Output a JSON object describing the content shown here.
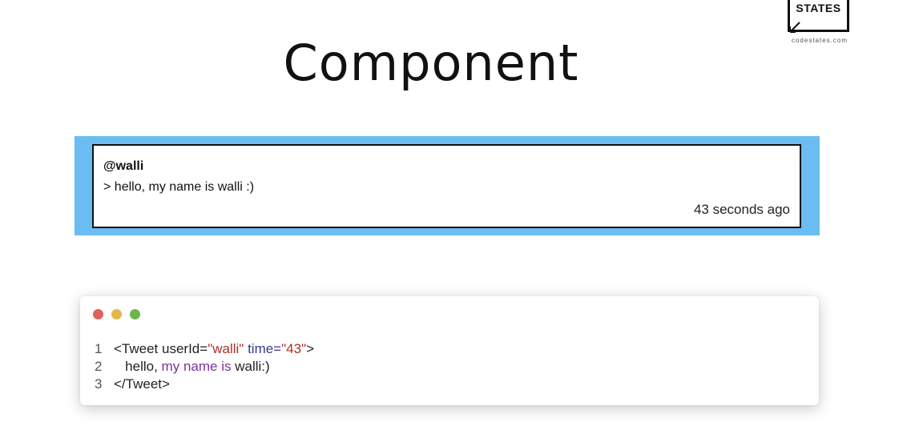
{
  "logo": {
    "text": "STATES",
    "subtext": "codestates.com"
  },
  "title": "Component",
  "tweet": {
    "user": "@walli",
    "message": "> hello, my name is walli :)",
    "time": "43 seconds ago"
  },
  "code": {
    "window_dots": [
      "red",
      "yellow",
      "green"
    ],
    "lines": [
      {
        "number": "1",
        "tag_open": "<Tweet ",
        "attr1_name": "userId=",
        "attr1_value": "\"walli\"",
        "attr2_name": " time=",
        "attr2_value": "\"43\"",
        "tag_close": ">"
      },
      {
        "number": "2",
        "indent": "   ",
        "text1": "hello, ",
        "kw1": "my",
        "text2": " ",
        "kw2": "name",
        "text3": " ",
        "kw3": "is",
        "text4": " walli:)"
      },
      {
        "number": "3",
        "text": "</Tweet>"
      }
    ]
  },
  "colors": {
    "tweet_frame": "#6bbcf2",
    "dot_red": "#e0605a",
    "dot_yellow": "#e1b84a",
    "dot_green": "#6cb84a",
    "string": "#b0302a",
    "attribute": "#3a3a8c",
    "keyword": "#7b2fa0"
  }
}
